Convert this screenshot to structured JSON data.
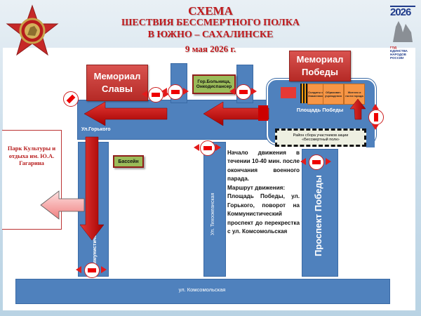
{
  "header": {
    "title_line1": "СХЕМА",
    "title_line2": "ШЕСТВИЯ БЕССМЕРТНОГО  ПОЛКА",
    "title_line3": "В  ЮЖНО – САХАЛИНСКЕ",
    "date": "9 мая 2026 г.",
    "left_emblem": "order-star-emblem",
    "right_logo": {
      "year": "2026",
      "caption_lines": [
        "ГОД",
        "ЕДИНСТВА",
        "НАРОДОВ",
        "РОССИИ"
      ]
    }
  },
  "landmarks": {
    "memorial_glory": "Мемориал Славы",
    "memorial_victory_line1": "Мемориал",
    "memorial_victory_line2": "Победы",
    "hospital": "Гор.Больница, Онкодиспансер",
    "pool": "Бассейн",
    "park": "Парк Культуры и отдыха им. Ю.А. Гагарина",
    "victory_square": "Площадь Победы",
    "assembly_area": "Район сбора участников акции «Бессмертный полк»"
  },
  "column_blocks": [
    {
      "label": "Солдаты и Знаменная"
    },
    {
      "label": "Образоват. учреждения"
    },
    {
      "label": "Жители и гости города"
    }
  ],
  "streets": {
    "gorkogo": "Ул.Горького",
    "kommunistichesky": "Коммунистический",
    "tikhookeanskaya": "Ул. Тихоокеанская",
    "prospekt_pobedy": "Проспект Победы",
    "komsomolskaya": "ул. Комсомольская"
  },
  "info": {
    "start": "Начало движения в течении 10-40 мин. после окончания военного парада.",
    "route_title": "Маршрут движения:",
    "route": "Площадь Победы, ул. Горького, поворот на Коммунистический проспект до перекрестка с ул. Комсомольская"
  },
  "colors": {
    "road": "#4f81bd",
    "route_arrow": "#cc0000",
    "title": "#c0191c",
    "memorial": "#c0392b",
    "label_box": "#9bbb59",
    "column_block": "#f79646"
  }
}
